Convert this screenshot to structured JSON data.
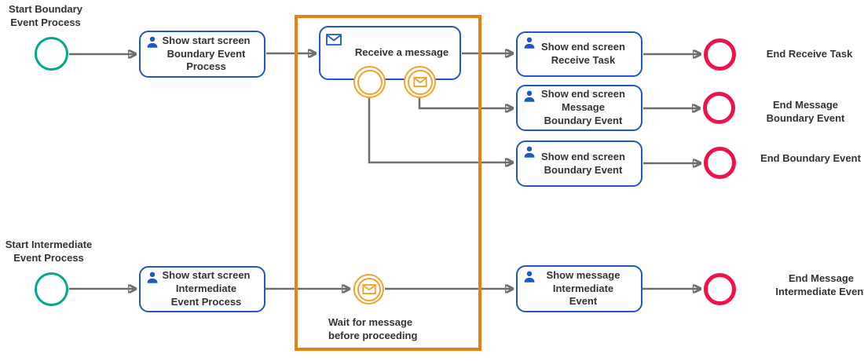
{
  "colors": {
    "canvas_bg": "#ffffff",
    "task_border": "#1b59c6",
    "start_event": "#00a98c",
    "end_event": "#ee1248",
    "message_accent": "#efa32b",
    "highlight_border": "#e8820c",
    "connector": "#6e6e6e",
    "label_text": "#333333"
  },
  "labels": {
    "start_boundary": "Start Boundary\nEvent Process",
    "start_intermediate": "Start Intermediate\nEvent Process",
    "wait_message": "Wait for message\nbefore proceeding",
    "end_receive_task": "End Receive Task",
    "end_message_boundary": "End Message\nBoundary Event",
    "end_boundary": "End Boundary Event",
    "end_message_intermediate": "End Message\nIntermediate Event"
  },
  "tasks": {
    "start_boundary": "Show start screen\nBoundary Event\nProcess",
    "receive_message": "Receive a message",
    "end_receive": "Show end screen\nReceive Task",
    "end_message_boundary": "Show end screen\nMessage\nBoundary Event",
    "end_boundary": "Show end screen\nBoundary Event",
    "start_intermediate": "Show start screen\nIntermediate\nEvent Process",
    "show_message_intermediate": "Show message\nIntermediate\nEvent"
  },
  "icons": {
    "user": "user-icon (blue person silhouette on user tasks)",
    "message": "message-icon (envelope on receive task and message events)"
  }
}
